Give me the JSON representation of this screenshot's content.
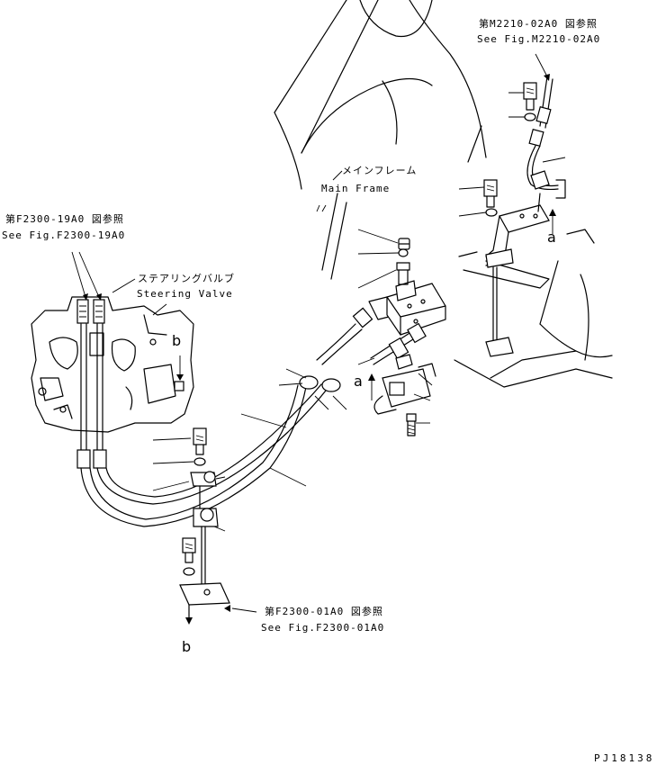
{
  "refs": {
    "m2210": {
      "jp": "第M2210-02A0 図参照",
      "en": "See Fig.M2210-02A0"
    },
    "f2300_19": {
      "jp": "第F2300-19A0 図参照",
      "en": "See Fig.F2300-19A0"
    },
    "f2300_01": {
      "jp": "第F2300-01A0 図参照",
      "en": "See Fig.F2300-01A0"
    }
  },
  "parts": {
    "main_frame": {
      "jp": "メインフレーム",
      "en": "Main Frame"
    },
    "steering_valve": {
      "jp": "ステアリングバルブ",
      "en": "Steering Valve"
    }
  },
  "letters": {
    "a_top": "a",
    "a_mid": "a",
    "b_valve": "b",
    "b_bottom": "b"
  },
  "drawing_code": "PJ18138"
}
